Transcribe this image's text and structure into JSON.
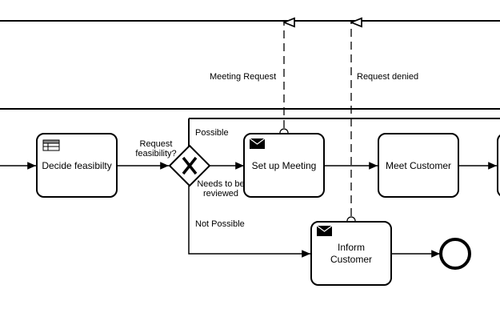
{
  "tasks": {
    "decide": "Decide feasibilty",
    "setup": "Set up Meeting",
    "meet": "Meet Customer",
    "inform": "Inform Customer"
  },
  "gateway": {
    "label": "Request feasibility?",
    "label_line1": "Request",
    "label_line2": "feasibility?"
  },
  "flows": {
    "possible": "Possible",
    "needs_review": "Needs to be reviewed",
    "needs_review_line1": "Needs to be",
    "needs_review_line2": "reviewed",
    "not_possible": "Not Possible"
  },
  "messages": {
    "meeting_request": "Meeting Request",
    "request_denied": "Request denied"
  },
  "icons": {
    "decide": "business-rule-table-icon",
    "setup": "send-envelope-icon",
    "inform": "send-envelope-icon",
    "gateway": "exclusive-gateway-x-icon",
    "end": "end-event-circle"
  }
}
